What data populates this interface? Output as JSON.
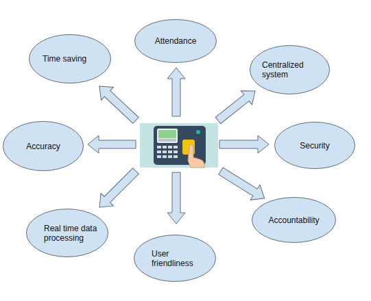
{
  "diagram": {
    "nodes": [
      {
        "text": [
          "Attendance"
        ]
      },
      {
        "text": [
          "Time saving"
        ]
      },
      {
        "text": [
          "Centralized system"
        ]
      },
      {
        "text": [
          "Accuracy"
        ]
      },
      {
        "text": [
          "Security"
        ]
      },
      {
        "text": [
          "Accountability"
        ]
      },
      {
        "text": [
          "Real time data processing"
        ]
      },
      {
        "text": [
          "User friendliness"
        ]
      }
    ]
  }
}
